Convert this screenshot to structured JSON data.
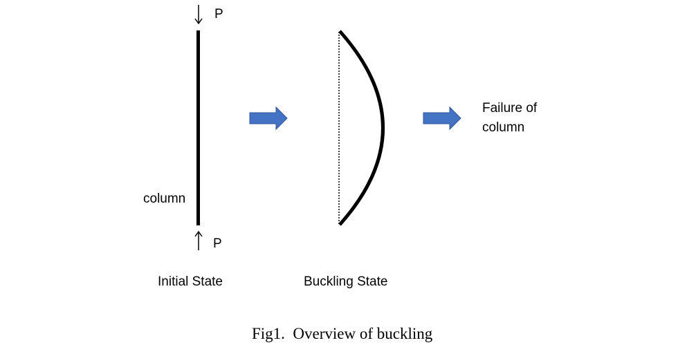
{
  "diagram": {
    "load_label_top": "P",
    "load_label_bottom": "P",
    "column_label": "column",
    "initial_state_label": "Initial State",
    "buckling_state_label": "Buckling State",
    "failure_label_line1": "Failure of",
    "failure_label_line2": "column",
    "caption": "Fig1.  Overview of buckling"
  },
  "colors": {
    "ink": "#000000",
    "transition_arrow": "#4472c4",
    "transition_arrow_stroke": "#2f5597",
    "background": "#ffffff"
  },
  "icons": {
    "load_arrow": "arrow-down-icon",
    "reaction_arrow": "arrow-up-icon",
    "transition_arrow": "block-arrow-right-icon"
  }
}
